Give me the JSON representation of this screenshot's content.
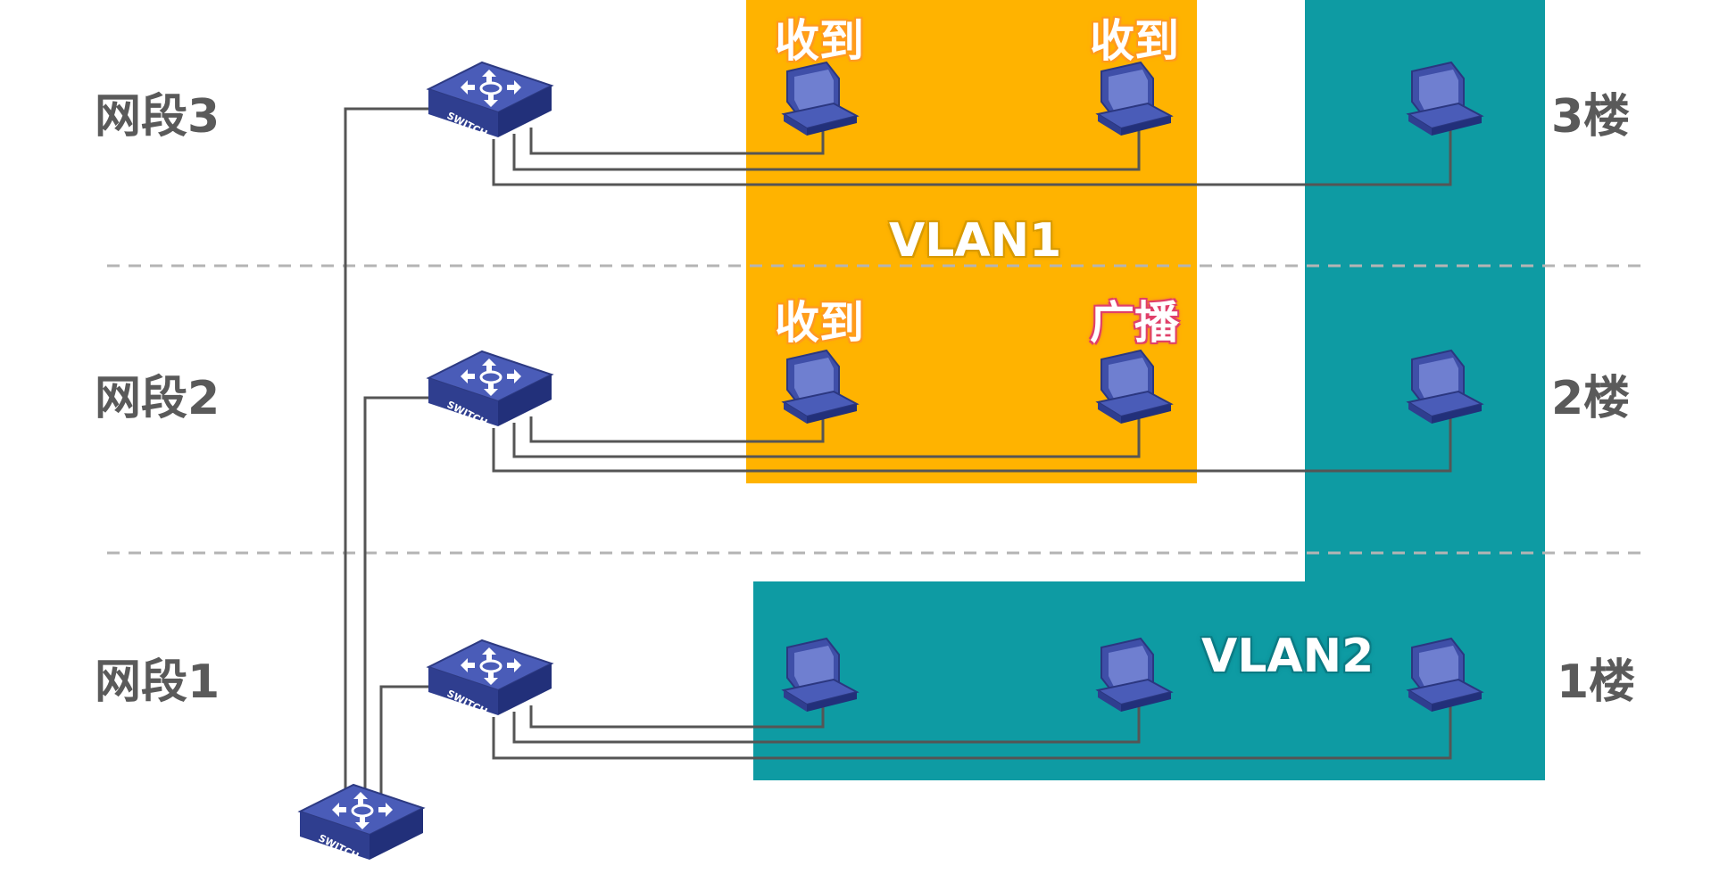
{
  "segments": [
    {
      "name": "网段3",
      "floor": "3楼"
    },
    {
      "name": "网段2",
      "floor": "2楼"
    },
    {
      "name": "网段1",
      "floor": "1楼"
    }
  ],
  "vlans": {
    "vlan1": {
      "label": "VLAN1",
      "color": "#FFB300"
    },
    "vlan2": {
      "label": "VLAN2",
      "color": "#0E9BA3"
    }
  },
  "host_labels": {
    "f3_h1": "收到",
    "f3_h2": "收到",
    "f2_h1": "收到",
    "f2_h2": "广播"
  },
  "switch_text": "SWITCH",
  "colors": {
    "label_gray": "#5a5a5a",
    "receive_outline": "#FF9A1F",
    "broadcast_outline": "#E0406A",
    "device_blue": "#3F4FA8",
    "link_line": "#555555",
    "divider": "#b4b4b4"
  },
  "icons": {
    "switch": "network-switch-icon",
    "host": "desktop-computer-icon"
  }
}
